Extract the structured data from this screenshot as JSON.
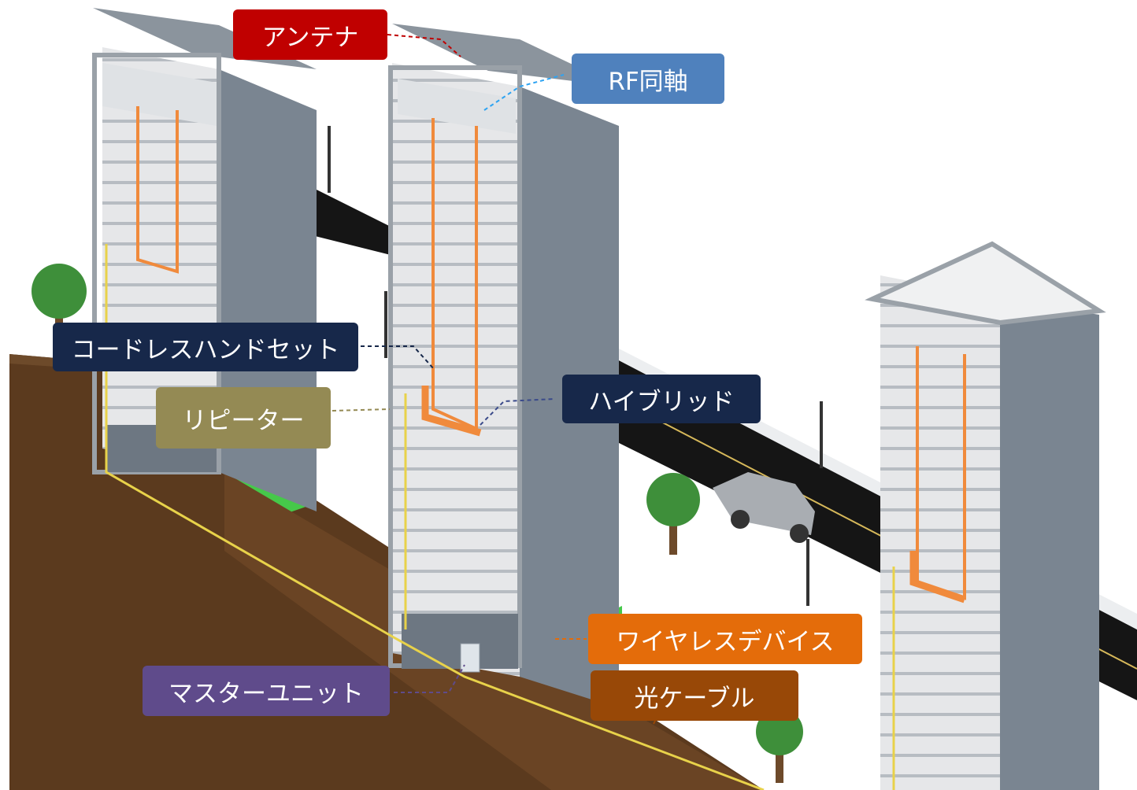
{
  "labels": {
    "antenna": "アンテナ",
    "rf_coax": "RF同軸",
    "cordless_handset": "コードレスハンドセット",
    "repeater": "リピーター",
    "hybrid": "ハイブリッド",
    "wireless_device": "ワイヤレスデバイス",
    "fiber_cable": "光ケーブル",
    "master_unit": "マスターユニット"
  },
  "colors": {
    "antenna": "#c00000",
    "rf_coax": "#4f81bd",
    "cordless_handset": "#17284a",
    "repeater": "#948a54",
    "hybrid": "#17284a",
    "wireless_device": "#e46c0a",
    "fiber_cable": "#984807",
    "master_unit": "#5f4b8b",
    "building_front": "#e4e5e7",
    "building_side": "#7a8591",
    "road": "#141414",
    "soil": "#5a3a1f",
    "grass": "#46c84a",
    "coax_line": "#f08a3c",
    "fiber_line": "#e8d24a"
  }
}
